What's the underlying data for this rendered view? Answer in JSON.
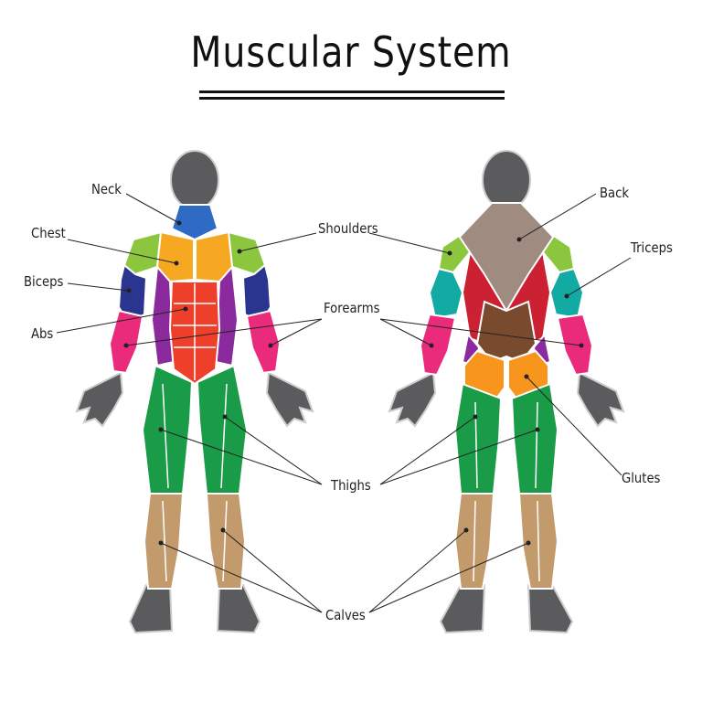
{
  "title": "Muscular System",
  "labels": {
    "neck": "Neck",
    "chest": "Chest",
    "biceps": "Biceps",
    "abs": "Abs",
    "shoulders": "Shoulders",
    "forearms": "Forearms",
    "thighs": "Thighs",
    "calves": "Calves",
    "back": "Back",
    "triceps": "Triceps",
    "glutes": "Glutes"
  },
  "colors": {
    "skin": "#5b5b5d",
    "neck": "#2f6bc4",
    "shoulders": "#8cc63f",
    "chest": "#f7a823",
    "biceps": "#2a3590",
    "obliques": "#8a2a9c",
    "abs": "#ee3f2b",
    "forearms": "#ea2a7b",
    "thighs": "#1a9b47",
    "calves": "#c39a6b",
    "back_upper": "#a08b80",
    "back_lats": "#cc2133",
    "back_lower": "#7a4a2e",
    "triceps": "#13aaa3",
    "glutes": "#f7951d"
  }
}
